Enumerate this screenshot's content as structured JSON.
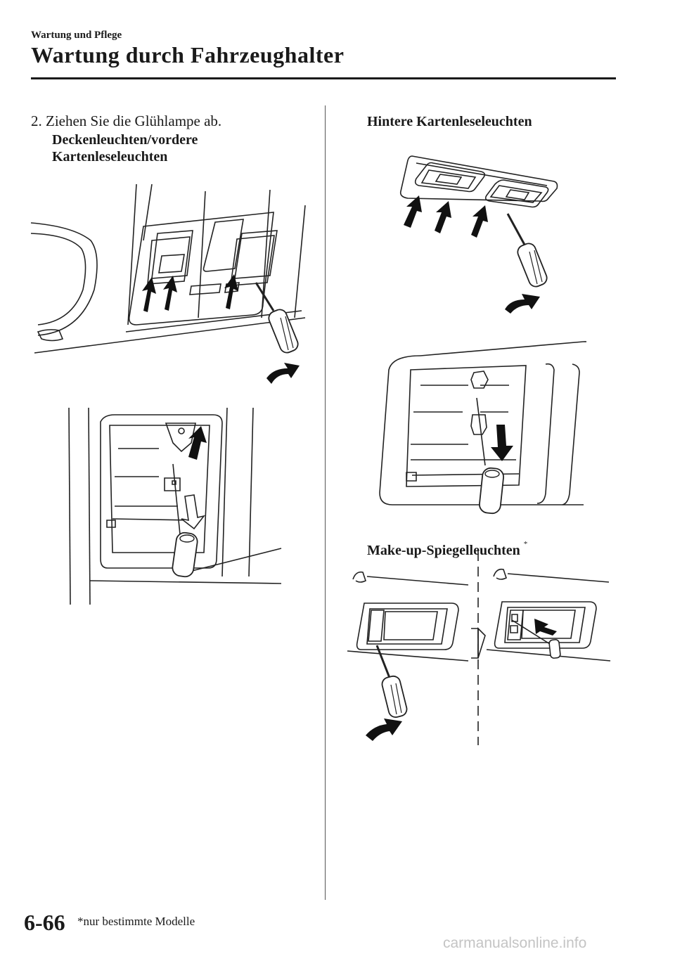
{
  "header": {
    "section": "Wartung und Pflege",
    "title": "Wartung durch Fahrzeughalter"
  },
  "content": {
    "step": "2. Ziehen Sie die Glühlampe ab.",
    "left_heading_line1": "Deckenleuchten/vordere",
    "left_heading_line2": "Kartenleseleuchten",
    "right_heading_1": "Hintere Kartenleseleuchten",
    "right_heading_2": "Make-up-Spiegelleuchten",
    "right_heading_2_mark": "*"
  },
  "footer": {
    "page_number": "6-66",
    "footnote": "*nur bestimmte Modelle",
    "watermark": "carmanualsonline.info"
  },
  "illustrations": [
    {
      "name": "overhead-console-removal-illustration",
      "icon": "screwdriver-icon"
    },
    {
      "name": "overhead-bulb-removal-illustration",
      "icon": "bulb-icon"
    },
    {
      "name": "rear-map-light-removal-illustration",
      "icon": "screwdriver-icon"
    },
    {
      "name": "rear-bulb-removal-illustration",
      "icon": "bulb-icon"
    },
    {
      "name": "vanity-mirror-light-illustration",
      "icon": "screwdriver-icon"
    }
  ]
}
